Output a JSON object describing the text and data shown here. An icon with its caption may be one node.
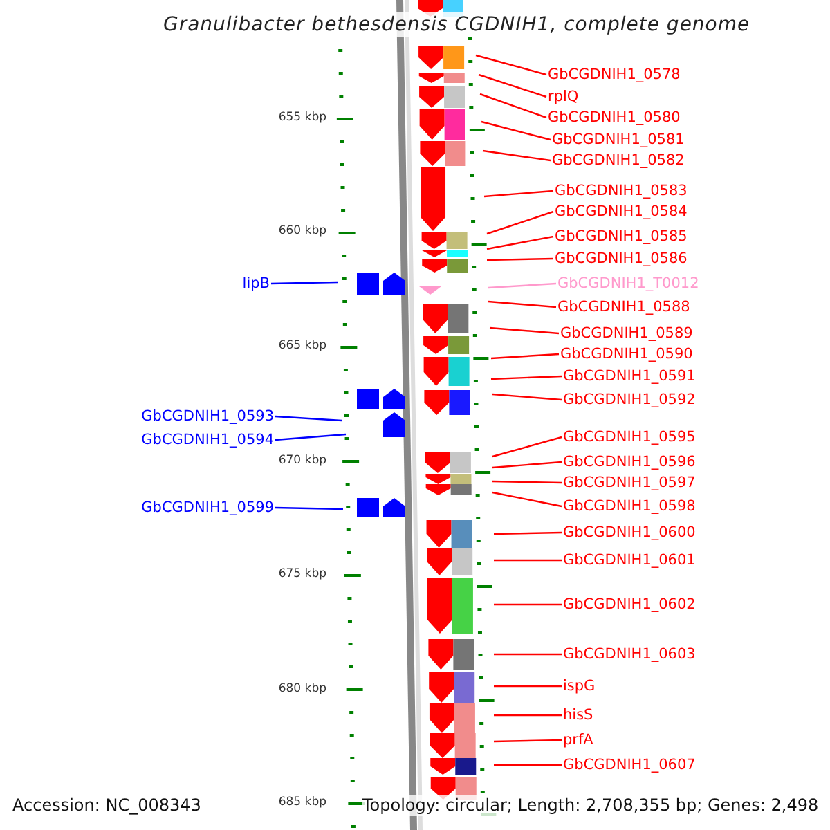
{
  "diagram": {
    "title": "Granulibacter bethesdensis CGDNIH1, complete genome",
    "nodes": [
      {
        "text": [
          "GbCGDNIH1_0578"
        ]
      },
      {
        "text": [
          "rplQ"
        ]
      },
      {
        "text": [
          "GbCGDNIH1_0580"
        ]
      },
      {
        "text": [
          "GbCGDNIH1_0581"
        ]
      },
      {
        "text": [
          "GbCGDNIH1_0582"
        ]
      },
      {
        "text": [
          "GbCGDNIH1_0583"
        ]
      },
      {
        "text": [
          "GbCGDNIH1_0584"
        ]
      },
      {
        "text": [
          "GbCGDNIH1_0585"
        ]
      },
      {
        "text": [
          "GbCGDNIH1_0586"
        ]
      },
      {
        "text": [
          "lipB"
        ]
      },
      {
        "text": [
          "GbCGDNIH1_T0012"
        ]
      },
      {
        "text": [
          "GbCGDNIH1_0588"
        ]
      },
      {
        "text": [
          "GbCGDNIH1_0589"
        ]
      },
      {
        "text": [
          "GbCGDNIH1_0590"
        ]
      },
      {
        "text": [
          "GbCGDNIH1_0591"
        ]
      },
      {
        "text": [
          "GbCGDNIH1_0592"
        ]
      },
      {
        "text": [
          "GbCGDNIH1_0593"
        ]
      },
      {
        "text": [
          "GbCGDNIH1_0594"
        ]
      },
      {
        "text": [
          "GbCGDNIH1_0595"
        ]
      },
      {
        "text": [
          "GbCGDNIH1_0596"
        ]
      },
      {
        "text": [
          "GbCGDNIH1_0597"
        ]
      },
      {
        "text": [
          "GbCGDNIH1_0598"
        ]
      },
      {
        "text": [
          "GbCGDNIH1_0599"
        ]
      },
      {
        "text": [
          "GbCGDNIH1_0600"
        ]
      },
      {
        "text": [
          "GbCGDNIH1_0601"
        ]
      },
      {
        "text": [
          "GbCGDNIH1_0602"
        ]
      },
      {
        "text": [
          "GbCGDNIH1_0603"
        ]
      },
      {
        "text": [
          "ispG"
        ]
      },
      {
        "text": [
          "hisS"
        ]
      },
      {
        "text": [
          "prfA"
        ]
      },
      {
        "text": [
          "GbCGDNIH1_0607"
        ]
      }
    ],
    "edges": [
      {
        "from": 0,
        "to": null,
        "arrow": "none"
      },
      {
        "from": 1,
        "to": null,
        "arrow": "none"
      },
      {
        "from": 2,
        "to": null,
        "arrow": "none"
      },
      {
        "from": 3,
        "to": null,
        "arrow": "none"
      },
      {
        "from": 4,
        "to": null,
        "arrow": "none"
      },
      {
        "from": 5,
        "to": null,
        "arrow": "none"
      },
      {
        "from": 6,
        "to": null,
        "arrow": "none"
      },
      {
        "from": 7,
        "to": null,
        "arrow": "none"
      },
      {
        "from": 8,
        "to": null,
        "arrow": "none"
      },
      {
        "from": 9,
        "to": null,
        "arrow": "none",
        "color": "#0000ff"
      },
      {
        "from": 10,
        "to": null,
        "arrow": "none",
        "color": "#ff99cc"
      },
      {
        "from": 11,
        "to": null,
        "arrow": "none"
      },
      {
        "from": 12,
        "to": null,
        "arrow": "none"
      },
      {
        "from": 13,
        "to": null,
        "arrow": "none"
      },
      {
        "from": 14,
        "to": null,
        "arrow": "none"
      },
      {
        "from": 15,
        "to": null,
        "arrow": "none"
      },
      {
        "from": 16,
        "to": null,
        "arrow": "none",
        "color": "#0000ff"
      },
      {
        "from": 17,
        "to": null,
        "arrow": "none",
        "color": "#0000ff"
      },
      {
        "from": 18,
        "to": null,
        "arrow": "none"
      },
      {
        "from": 19,
        "to": null,
        "arrow": "none"
      },
      {
        "from": 20,
        "to": null,
        "arrow": "none"
      },
      {
        "from": 21,
        "to": null,
        "arrow": "none"
      },
      {
        "from": 22,
        "to": null,
        "arrow": "none",
        "color": "#0000ff"
      },
      {
        "from": 23,
        "to": null,
        "arrow": "none"
      },
      {
        "from": 24,
        "to": null,
        "arrow": "none"
      },
      {
        "from": 25,
        "to": null,
        "arrow": "none"
      },
      {
        "from": 26,
        "to": null,
        "arrow": "none"
      },
      {
        "from": 27,
        "to": null,
        "arrow": "none"
      },
      {
        "from": 28,
        "to": null,
        "arrow": "none"
      },
      {
        "from": 29,
        "to": null,
        "arrow": "none"
      },
      {
        "from": 30,
        "to": null,
        "arrow": "none"
      }
    ],
    "labels": [
      "655 kbp",
      "660 kbp",
      "665 kbp",
      "670 kbp",
      "675 kbp",
      "680 kbp",
      "685 kbp",
      "Accession: NC_008343",
      "Topology: circular; Length: 2,708,355 bp; Genes: 2,498"
    ]
  }
}
